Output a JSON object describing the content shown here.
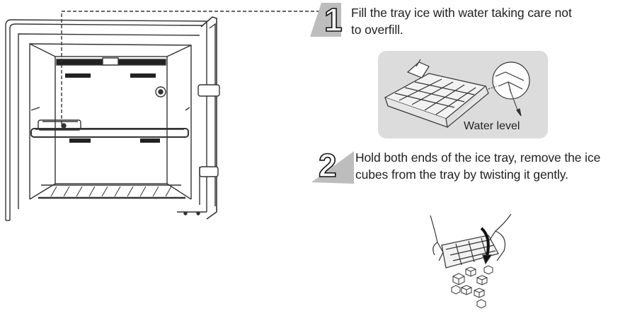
{
  "steps": [
    {
      "number": "1",
      "text": "Fill the tray ice with water taking care not to overfill."
    },
    {
      "number": "2",
      "text": "Hold both ends of the ice tray, remove the ice cubes from the tray by twisting it gently."
    }
  ],
  "callout": {
    "water_level": "Water level"
  },
  "colors": {
    "line": "#333333",
    "panel": "#dcdcdc",
    "badge_shadow": "#bdbdbd"
  }
}
